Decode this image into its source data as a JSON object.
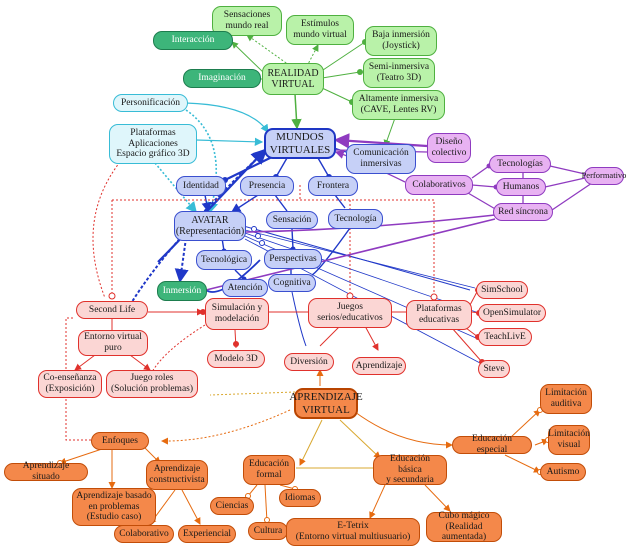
{
  "nodes": {
    "sensaciones": "Sensaciones\nmundo real",
    "estimulos": "Estímulos\nmundo virtual",
    "baja": "Baja inmersión\n(Joystick)",
    "interaccion": "Interacción",
    "imaginacion": "Imaginación",
    "realidad": "REALIDAD\nVIRTUAL",
    "semi": "Semi-inmersiva\n(Teatro 3D)",
    "personificacion": "Personificación",
    "altamente": "Altamente inmersiva\n(CAVE, Lentes RV)",
    "plataformas_apl": "Plataformas\nAplicaciones\nEspacio gráfico 3D",
    "mundos": "MUNDOS\nVIRTUALES",
    "diseno": "Diseño\ncolectivo",
    "comunicacion": "Comunicación\ninmersivas",
    "tecnologias": "Tecnologías",
    "performativo": "Performativo",
    "identidad": "Identidad",
    "presencia": "Presencia",
    "frontera": "Frontera",
    "colaborativos": "Colaborativos",
    "humanos": "Humanos",
    "red_sincrona": "Red síncrona",
    "avatar": "AVATAR\n(Representación)",
    "sensacion": "Sensación",
    "tecnologia": "Tecnología",
    "tecnologica": "Tecnológica",
    "perspectivas": "Perspectivas",
    "cognitiva": "Cognitiva",
    "inmersion": "Inmersión",
    "atencion": "Atención",
    "simschool": "SimSchool",
    "second_life": "Second Life",
    "simulacion": "Simulación y\nmodelación",
    "juegos": "Juegos\nserios/educativos",
    "plataformas_edu": "Plataformas\neducativas",
    "opensimulator": "OpenSimulator",
    "entorno": "Entorno virtual\npuro",
    "teachlive": "TeachLivE",
    "modelo3d": "Modelo 3D",
    "diversion": "Diversión",
    "aprendizaje": "Aprendizaje",
    "steve": "Steve",
    "coensenanza": "Co-enseñanza\n(Exposición)",
    "juego_roles": "Juego roles\n(Solución problemas)",
    "aprendizaje_virtual": "APRENDIZAJE\nVIRTUAL",
    "limitacion_auditiva": "Limitación\nauditiva",
    "enfoques": "Enfoques",
    "limitacion_visual": "Limitación\nvisual",
    "educacion_especial": "Educación especial",
    "aprendizaje_situado": "Aprendizaje situado",
    "aprendizaje_constructivista": "Aprendizaje\nconstructivista",
    "educacion_formal": "Educación\nformal",
    "educacion_basica": "Educación básica\ny secundaria",
    "autismo": "Autismo",
    "aprendizaje_problemas": "Aprendizaje basado\nen problemas\n(Estudio caso)",
    "ciencias": "Ciencias",
    "idiomas": "Idiomas",
    "colaborativo": "Colaborativo",
    "experiencial": "Experiencial",
    "cultura": "Cultura",
    "etetrix": "E-Tetrix\n(Entorno virtual multiusuario)",
    "cubo": "Cubo mágico\n(Realidad aumentada)"
  },
  "colors": {
    "green": "#4fb040",
    "dark_green": "#1d7d4e",
    "cyan": "#38bcd6",
    "blue": "#2038c8",
    "purple": "#8f3bc0",
    "red": "#e0312c",
    "orange": "#e66b10"
  }
}
